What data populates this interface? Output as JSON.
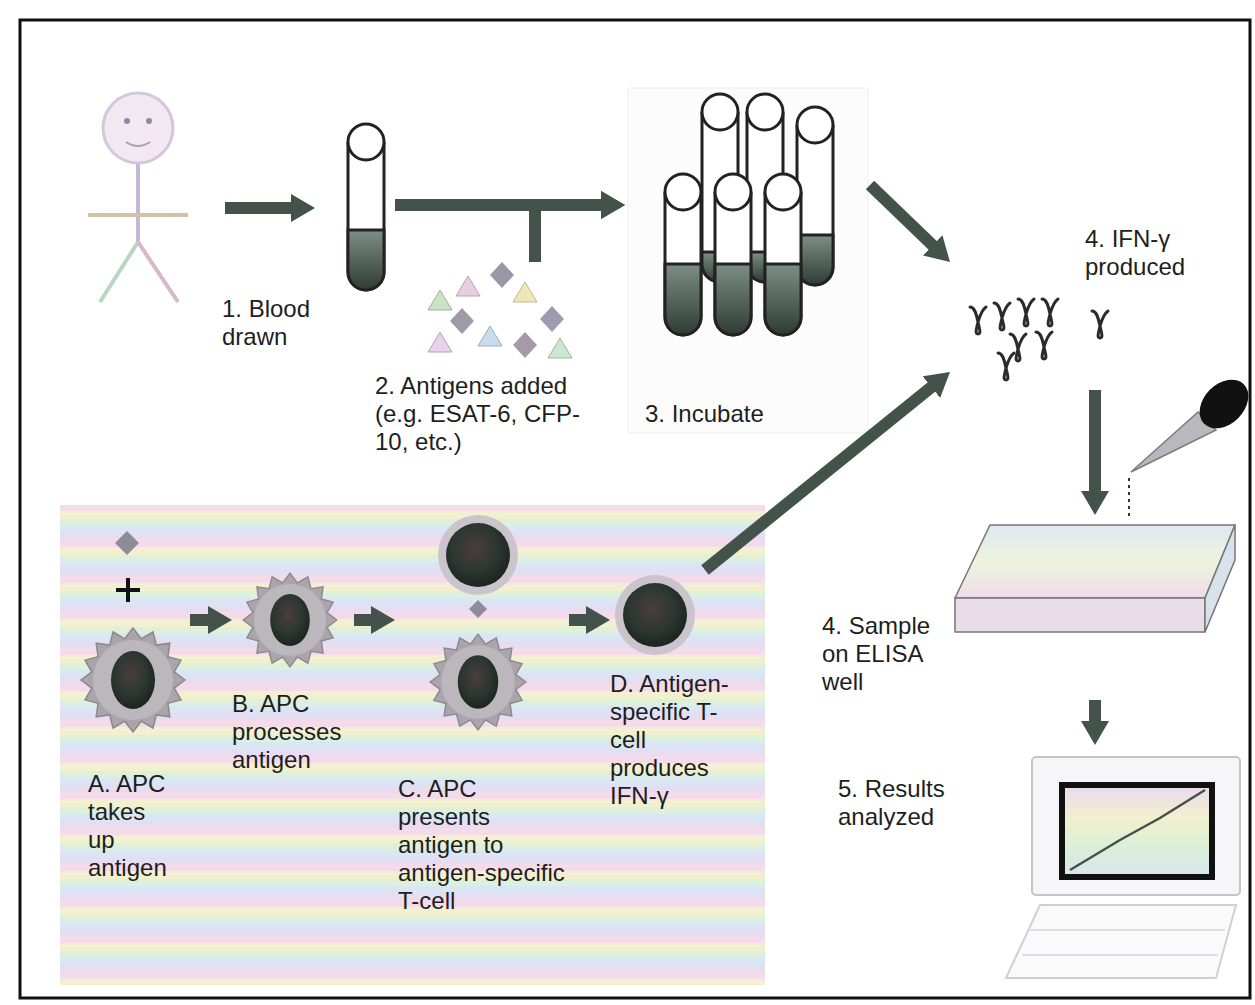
{
  "diagram": {
    "nodes": [
      {
        "text": [
          "1. Blood drawn"
        ]
      },
      {
        "text": [
          "2. Antigens added (e.g. ESAT-6, CFP-10, etc.)"
        ]
      },
      {
        "text": [
          "3. Incubate"
        ]
      },
      {
        "text": [
          "4. IFN-γ produced"
        ]
      },
      {
        "text": [
          "4. Sample on ELISA well"
        ]
      },
      {
        "text": [
          "5. Results analyzed"
        ]
      },
      {
        "text": [
          "A. APC takes up antigen"
        ]
      },
      {
        "text": [
          "B. APC processes antigen"
        ]
      },
      {
        "text": [
          "C. APC presents antigen to antigen-specific T-cell"
        ]
      },
      {
        "text": [
          "D. Antigen-specific T-cell produces IFN-γ"
        ]
      }
    ],
    "edges": [
      {
        "from": 0,
        "to": 2,
        "arrow": "to"
      },
      {
        "from": 1,
        "to": 2,
        "arrow": "to"
      },
      {
        "from": 2,
        "to": 3,
        "arrow": "to"
      },
      {
        "from": 3,
        "to": 4,
        "arrow": "to"
      },
      {
        "from": 4,
        "to": 5,
        "arrow": "to"
      },
      {
        "from": 6,
        "to": 7,
        "arrow": "to"
      },
      {
        "from": 7,
        "to": 8,
        "arrow": "to"
      },
      {
        "from": 8,
        "to": 9,
        "arrow": "to"
      },
      {
        "from": 9,
        "to": 3,
        "arrow": "to"
      }
    ]
  }
}
